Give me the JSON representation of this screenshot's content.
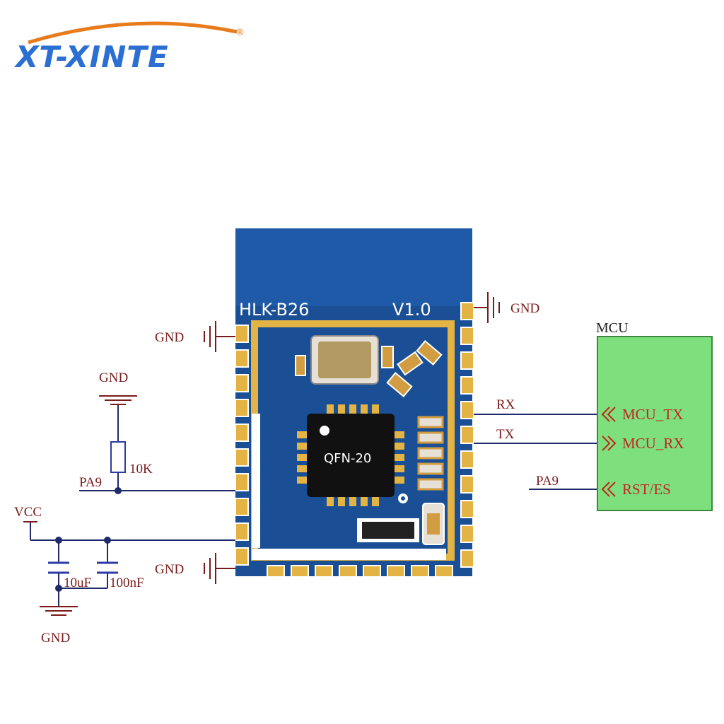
{
  "logo": {
    "text": "XT-XINTE",
    "reg": "®",
    "color": "#2a6fd1",
    "swoosh_color": "#e87b1c"
  },
  "module": {
    "name": "HLK-B26",
    "version": "V1.0",
    "chip": "QFN-20",
    "pcb_color": "#1a4f95",
    "pad_color": "#e3b343"
  },
  "power": {
    "vcc": "VCC",
    "cap1": "10uF",
    "cap2": "100nF",
    "resistor": "10K",
    "pa9_left": "PA9"
  },
  "gnd": {
    "top_right": "GND",
    "left_top": "GND",
    "left_bottom": "GND",
    "resistor_gnd": "GND",
    "cap_gnd": "GND"
  },
  "signals": {
    "rx": "RX",
    "tx": "TX",
    "pa9_right": "PA9"
  },
  "mcu": {
    "title": "MCU",
    "pins": [
      "MCU_TX",
      "MCU_RX",
      "RST/ES"
    ],
    "fill": "#7de07d"
  }
}
